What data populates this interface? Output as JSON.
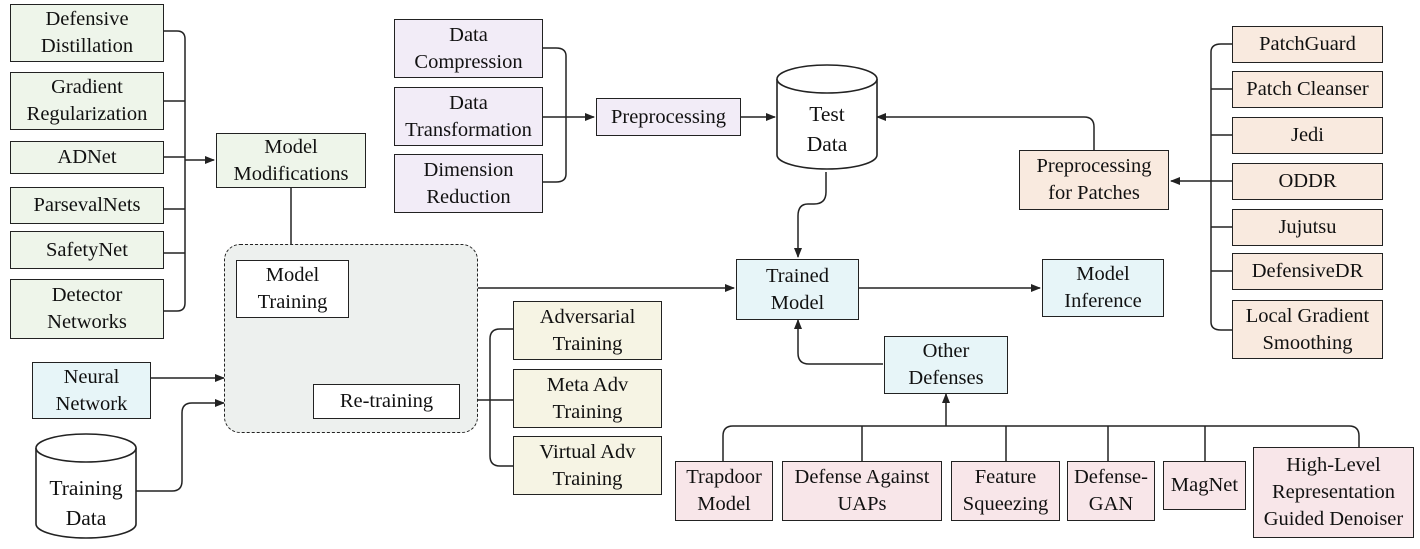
{
  "colors": {
    "green": "#eef5ea",
    "purple": "#f2ecf7",
    "peach": "#f9eadf",
    "cyan": "#e7f5f8",
    "cream": "#f6f4e4",
    "pink": "#f8e6e9",
    "training_area": "#edf0ee",
    "line": "#222222"
  },
  "model_modification_methods": [
    "Defensive\nDistillation",
    "Gradient\nRegularization",
    "ADNet",
    "ParsevalNets",
    "SafetyNet",
    "Detector\nNetworks"
  ],
  "model_modifications": "Model\nModifications",
  "model_training": "Model\nTraining",
  "retraining": "Re-training",
  "neural_network": "Neural\nNetwork",
  "training_data": "Training\nData",
  "preprocessing_methods": [
    "Data\nCompression",
    "Data\nTransformation",
    "Dimension\nReduction"
  ],
  "preprocessing": "Preprocessing",
  "test_data": "Test\nData",
  "adversarial_training_methods": [
    "Adversarial\nTraining",
    "Meta Adv\nTraining",
    "Virtual Adv\nTraining"
  ],
  "trained_model": "Trained\nModel",
  "model_inference": "Model\nInference",
  "other_defenses": "Other\nDefenses",
  "other_defense_methods": [
    "Trapdoor\nModel",
    "Defense Against\nUAPs",
    "Feature\nSqueezing",
    "Defense-\nGAN",
    "MagNet",
    "High-Level\nRepresentation\nGuided Denoiser"
  ],
  "patch_preprocessing": "Preprocessing\nfor Patches",
  "patch_defense_methods": [
    "PatchGuard",
    "Patch Cleanser",
    "Jedi",
    "ODDR",
    "Jujutsu",
    "DefensiveDR",
    "Local Gradient\nSmoothing"
  ]
}
